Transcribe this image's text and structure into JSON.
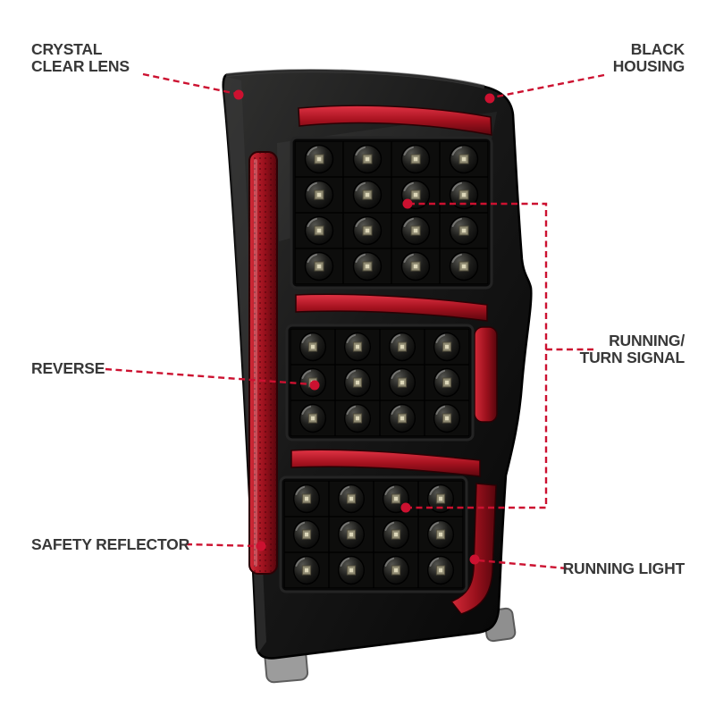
{
  "scene": {
    "background_color": "#ffffff"
  },
  "colors": {
    "annotation_red": "#cc1130",
    "label_text": "#383838",
    "housing_black": "#121212",
    "lens_red": "#a6121f"
  },
  "callouts": {
    "crystal_clear_lens": {
      "lines": [
        "CRYSTAL",
        "CLEAR LENS"
      ]
    },
    "black_housing": {
      "lines": [
        "BLACK",
        "HOUSING"
      ]
    },
    "reverse": {
      "lines": [
        "REVERSE"
      ]
    },
    "running_turn_signal": {
      "lines": [
        "RUNNING/",
        "TURN SIGNAL"
      ]
    },
    "safety_reflector": {
      "lines": [
        "SAFETY REFLECTOR"
      ]
    },
    "running_light": {
      "lines": [
        "RUNNING LIGHT"
      ]
    }
  }
}
